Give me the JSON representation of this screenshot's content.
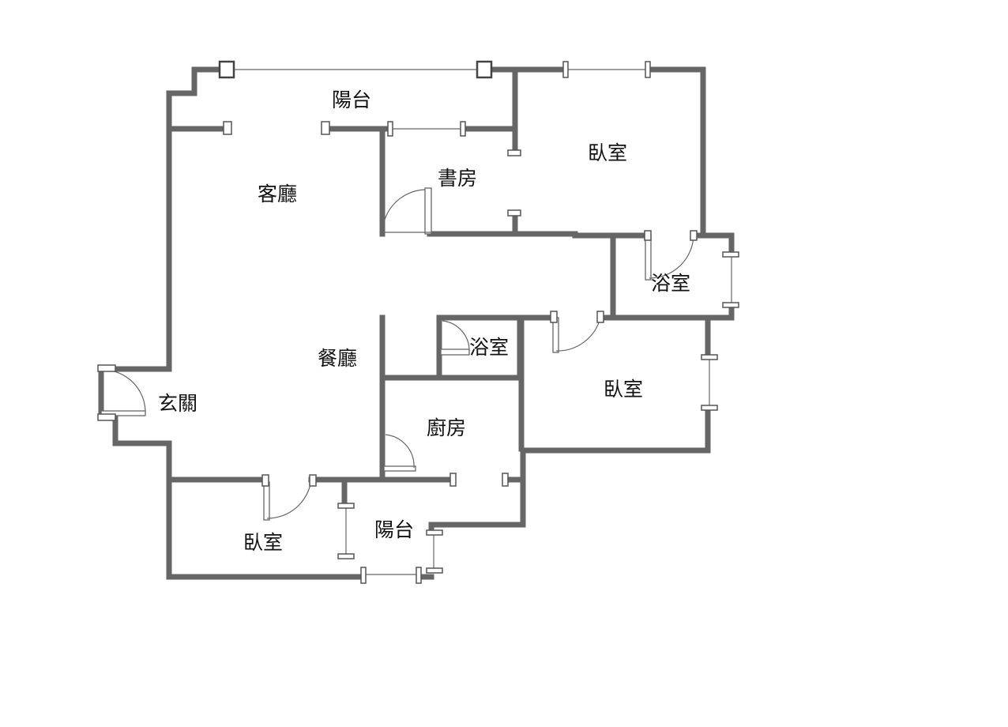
{
  "plan": {
    "rooms": [
      {
        "id": "balcony-north",
        "label": "陽台"
      },
      {
        "id": "bedroom-ne",
        "label": "臥室"
      },
      {
        "id": "study",
        "label": "書房"
      },
      {
        "id": "living-room",
        "label": "客廳"
      },
      {
        "id": "bathroom-east",
        "label": "浴室"
      },
      {
        "id": "bathroom-center",
        "label": "浴室"
      },
      {
        "id": "dining-room",
        "label": "餐廳"
      },
      {
        "id": "bedroom-east",
        "label": "臥室"
      },
      {
        "id": "entrance",
        "label": "玄關"
      },
      {
        "id": "kitchen",
        "label": "廚房"
      },
      {
        "id": "bedroom-sw",
        "label": "臥室"
      },
      {
        "id": "balcony-south",
        "label": "陽台"
      }
    ]
  }
}
